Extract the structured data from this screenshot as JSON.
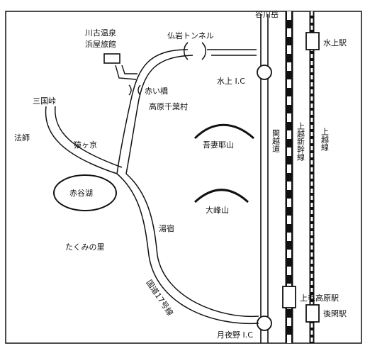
{
  "labels": {
    "tanigawadake": "谷川岳",
    "kawafuru_onsen_line1": "川古温泉",
    "kawafuru_onsen_line2": "浜屋旅館",
    "hotokeiwa_tunnel": "仏岩トンネル",
    "minakami_station": "水上駅",
    "minakami_ic": "水上 I.C",
    "akaibashi": "赤い橋",
    "kogen_senbamura": "高原千葉村",
    "mikuni_pass": "三国峠",
    "hoshi": "法師",
    "sarugakyo": "猿ヶ京",
    "agatsumayama": "吾妻耶山",
    "kanetsu_road": "関越道",
    "joetsu_shinkansen": "上越新幹線",
    "joetsu_line": "上越線",
    "akaya_lake": "赤谷湖",
    "taimineyama": "大峰山",
    "yujuku": "湯宿",
    "takumi_no_sato": "たくみの里",
    "route17": "国道17号線",
    "jomokogen_station": "上毛高原駅",
    "gokan_station": "後閑駅",
    "tsukiyono_ic": "月夜野 I.C"
  }
}
